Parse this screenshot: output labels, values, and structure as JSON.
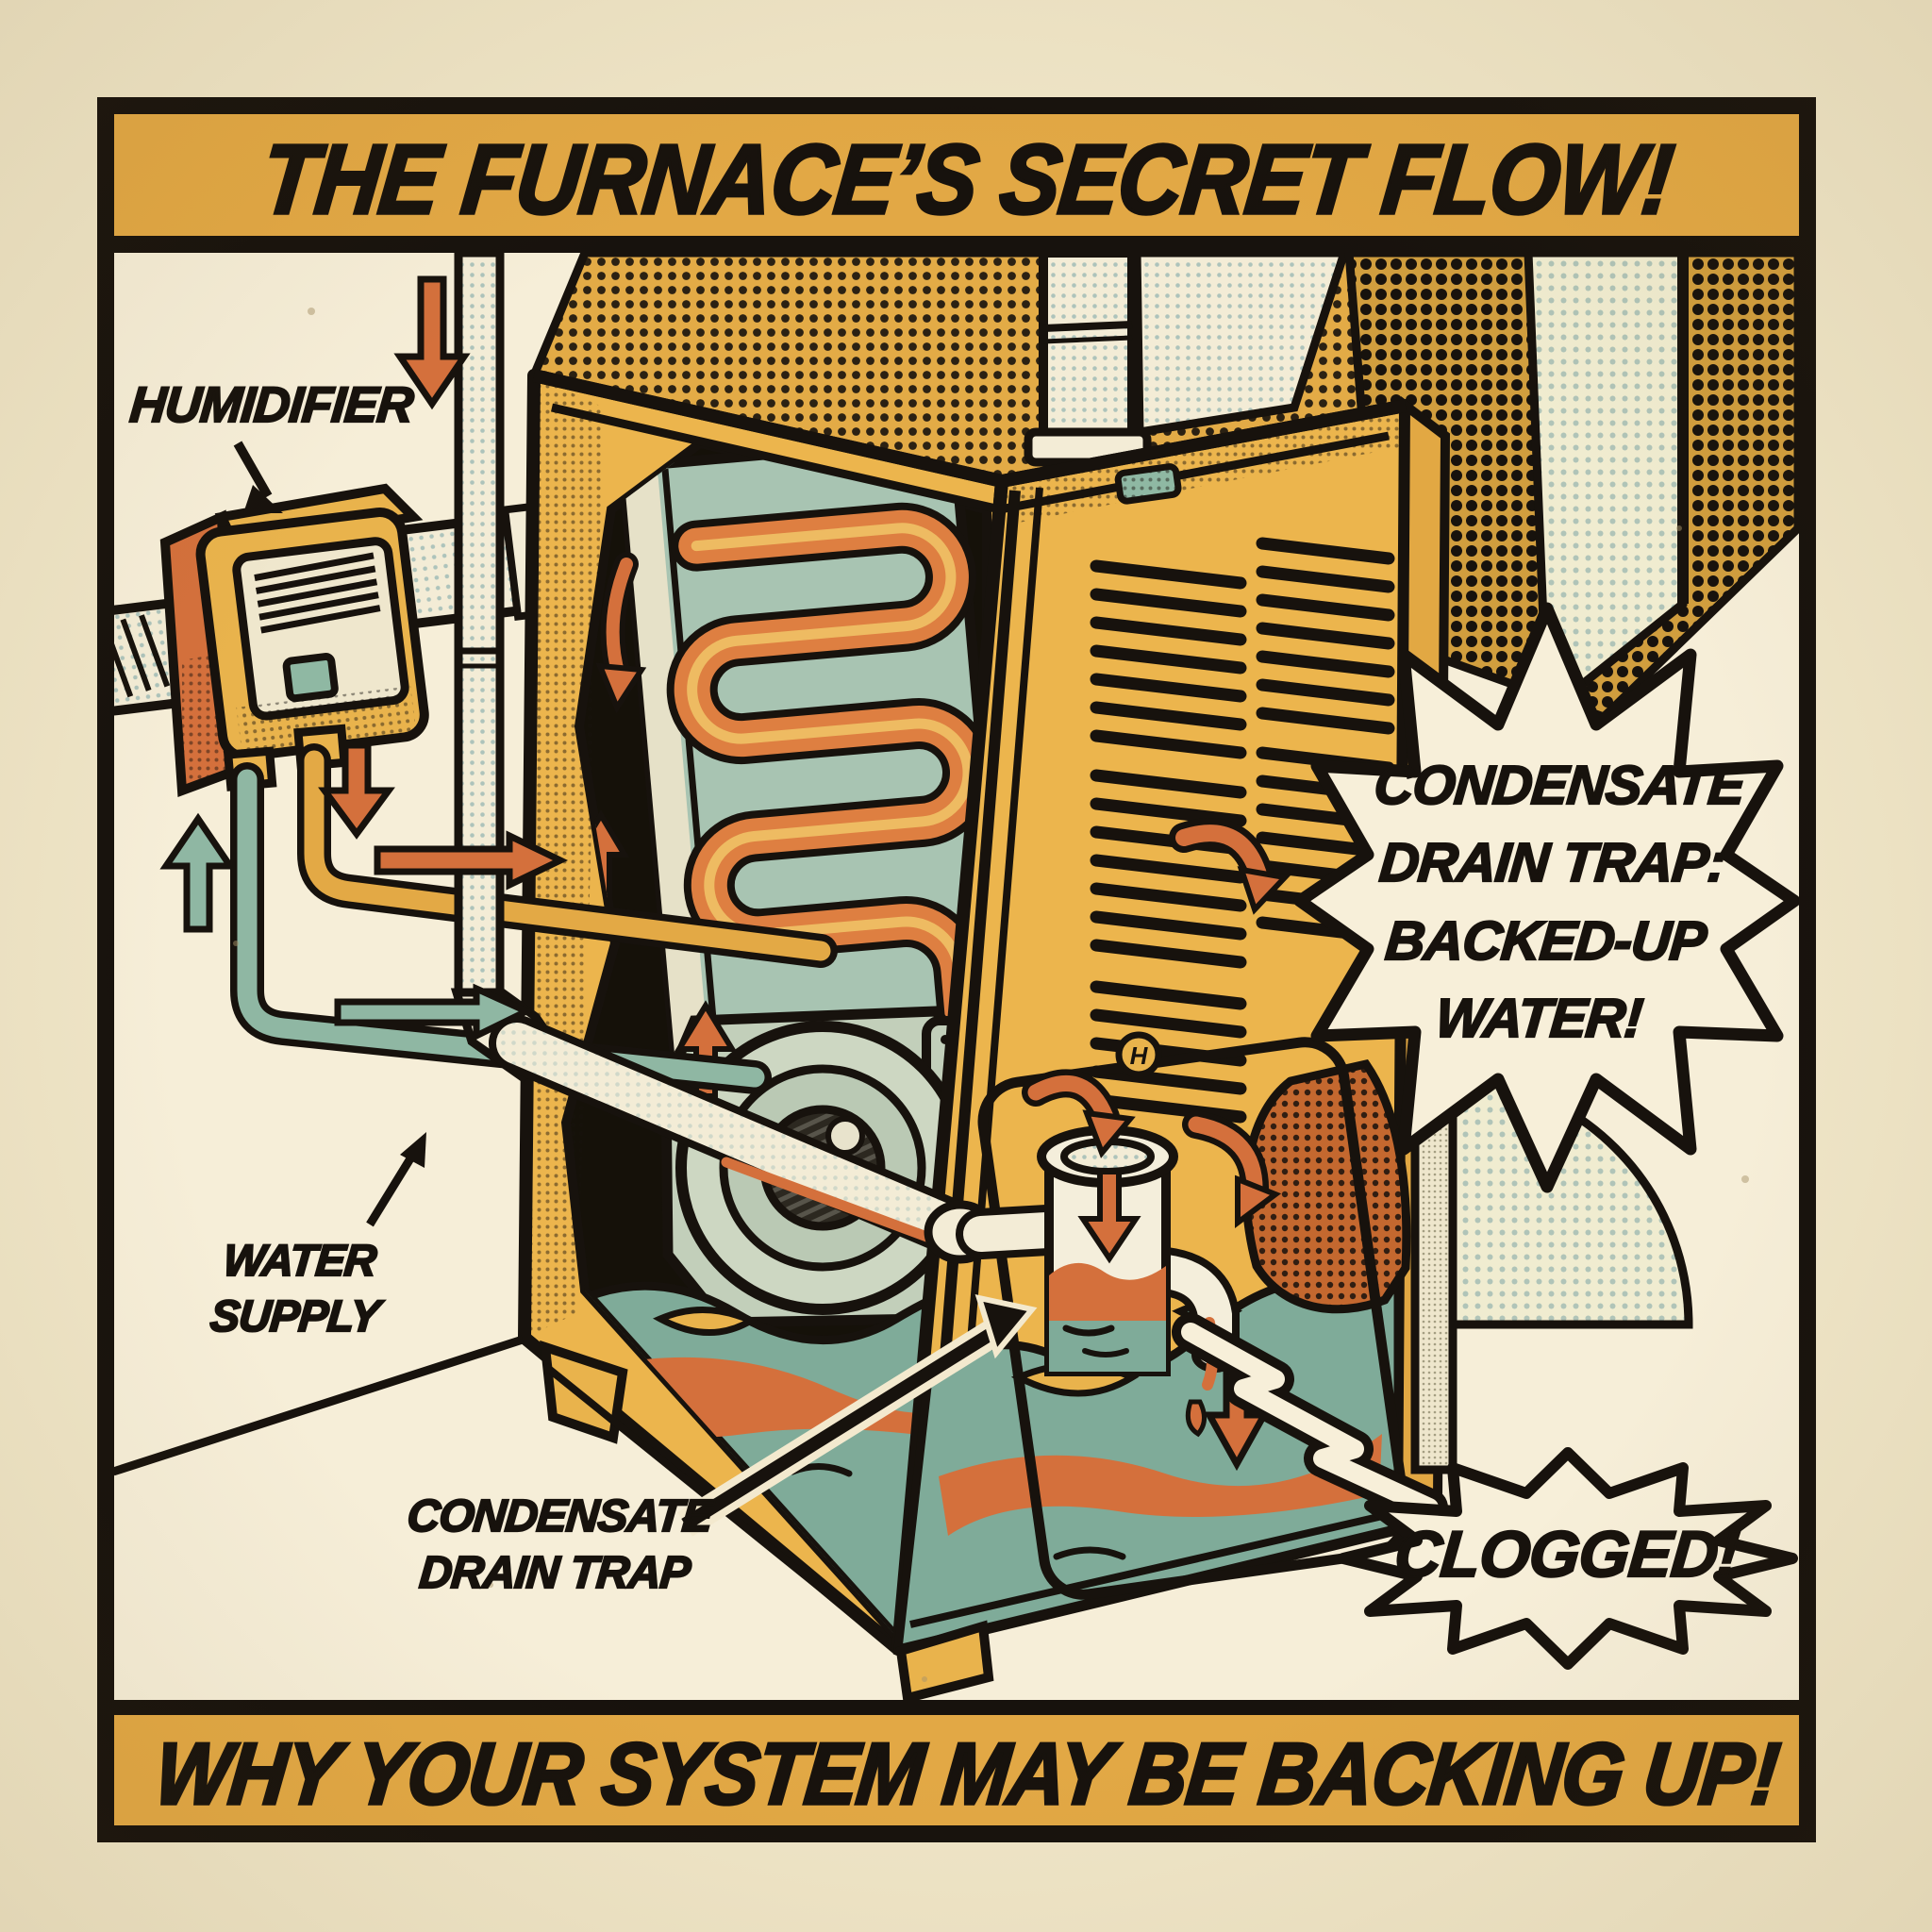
{
  "poster": {
    "title": "THE FURNACE’S SECRET FLOW!",
    "footer": "WHY YOUR SYSTEM MAY BE BACKING UP!",
    "labels": {
      "humidifier": "HUMIDIFIER",
      "water_supply_line1": "WATER",
      "water_supply_line2": "SUPPLY",
      "trap_line1": "CONDENSATE",
      "trap_line2": "DRAIN TRAP"
    },
    "callouts": {
      "burst_line1": "CONDENSATE",
      "burst_line2": "DRAIN TRAP:",
      "burst_line3": "BACKED-UP",
      "burst_line4": "WATER!",
      "clogged": "CLOGGED!"
    },
    "badge": "H",
    "colors": {
      "paper": "#efe5c7",
      "panel_paper": "#f6eed8",
      "banner_gold": "#e2a845",
      "furnace_gold": "#ecb54d",
      "accent_orange": "#d4703c",
      "coil_orange": "#de7f41",
      "teal": "#8fb7a3",
      "water_teal": "#7fab99",
      "sage": "#c2cfba",
      "rust": "#c4682f",
      "ink": "#17120d"
    }
  }
}
